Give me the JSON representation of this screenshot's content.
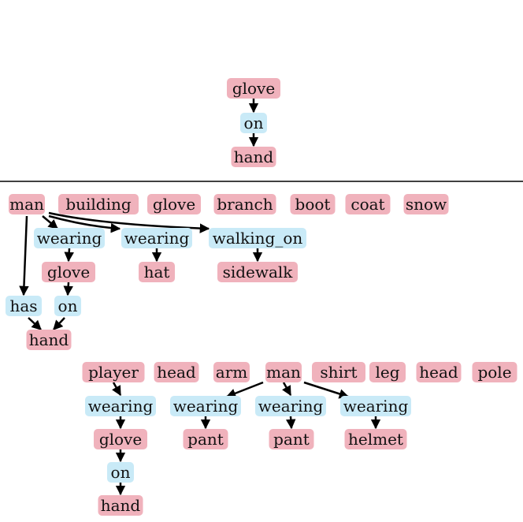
{
  "colors": {
    "object": "#f0b2bc",
    "relation": "#c9eaf7",
    "edge": "#000000",
    "divider": "#000000"
  },
  "query_graph": {
    "nodes": [
      {
        "id": "q_glove",
        "label": "glove",
        "kind": "object"
      },
      {
        "id": "q_on",
        "label": "on",
        "kind": "relation"
      },
      {
        "id": "q_hand",
        "label": "hand",
        "kind": "object"
      }
    ],
    "edges": [
      {
        "from": "q_glove",
        "to": "q_on"
      },
      {
        "from": "q_on",
        "to": "q_hand"
      }
    ]
  },
  "scene_graph_1": {
    "nodes": [
      {
        "id": "a_man",
        "label": "man",
        "kind": "object"
      },
      {
        "id": "a_building",
        "label": "building",
        "kind": "object"
      },
      {
        "id": "a_glove_top",
        "label": "glove",
        "kind": "object"
      },
      {
        "id": "a_branch",
        "label": "branch",
        "kind": "object"
      },
      {
        "id": "a_boot",
        "label": "boot",
        "kind": "object"
      },
      {
        "id": "a_coat",
        "label": "coat",
        "kind": "object"
      },
      {
        "id": "a_snow",
        "label": "snow",
        "kind": "object"
      },
      {
        "id": "a_wearing1",
        "label": "wearing",
        "kind": "relation"
      },
      {
        "id": "a_wearing2",
        "label": "wearing",
        "kind": "relation"
      },
      {
        "id": "a_walking_on",
        "label": "walking_on",
        "kind": "relation"
      },
      {
        "id": "a_glove",
        "label": "glove",
        "kind": "object"
      },
      {
        "id": "a_hat",
        "label": "hat",
        "kind": "object"
      },
      {
        "id": "a_sidewalk",
        "label": "sidewalk",
        "kind": "object"
      },
      {
        "id": "a_has",
        "label": "has",
        "kind": "relation"
      },
      {
        "id": "a_on",
        "label": "on",
        "kind": "relation"
      },
      {
        "id": "a_hand",
        "label": "hand",
        "kind": "object"
      }
    ],
    "edges": [
      {
        "from": "a_man",
        "to": "a_wearing1"
      },
      {
        "from": "a_man",
        "to": "a_wearing2"
      },
      {
        "from": "a_man",
        "to": "a_walking_on"
      },
      {
        "from": "a_man",
        "to": "a_has"
      },
      {
        "from": "a_wearing1",
        "to": "a_glove"
      },
      {
        "from": "a_wearing2",
        "to": "a_hat"
      },
      {
        "from": "a_walking_on",
        "to": "a_sidewalk"
      },
      {
        "from": "a_glove",
        "to": "a_on"
      },
      {
        "from": "a_has",
        "to": "a_hand"
      },
      {
        "from": "a_on",
        "to": "a_hand"
      }
    ]
  },
  "scene_graph_2": {
    "nodes": [
      {
        "id": "b_player",
        "label": "player",
        "kind": "object"
      },
      {
        "id": "b_head1",
        "label": "head",
        "kind": "object"
      },
      {
        "id": "b_arm",
        "label": "arm",
        "kind": "object"
      },
      {
        "id": "b_man",
        "label": "man",
        "kind": "object"
      },
      {
        "id": "b_shirt",
        "label": "shirt",
        "kind": "object"
      },
      {
        "id": "b_leg",
        "label": "leg",
        "kind": "object"
      },
      {
        "id": "b_head2",
        "label": "head",
        "kind": "object"
      },
      {
        "id": "b_pole",
        "label": "pole",
        "kind": "object"
      },
      {
        "id": "b_wearing0",
        "label": "wearing",
        "kind": "relation"
      },
      {
        "id": "b_wearing1",
        "label": "wearing",
        "kind": "relation"
      },
      {
        "id": "b_wearing2",
        "label": "wearing",
        "kind": "relation"
      },
      {
        "id": "b_wearing3",
        "label": "wearing",
        "kind": "relation"
      },
      {
        "id": "b_glove",
        "label": "glove",
        "kind": "object"
      },
      {
        "id": "b_pant1",
        "label": "pant",
        "kind": "object"
      },
      {
        "id": "b_pant2",
        "label": "pant",
        "kind": "object"
      },
      {
        "id": "b_helmet",
        "label": "helmet",
        "kind": "object"
      },
      {
        "id": "b_on",
        "label": "on",
        "kind": "relation"
      },
      {
        "id": "b_hand",
        "label": "hand",
        "kind": "object"
      }
    ],
    "edges": [
      {
        "from": "b_player",
        "to": "b_wearing0"
      },
      {
        "from": "b_wearing0",
        "to": "b_glove"
      },
      {
        "from": "b_glove",
        "to": "b_on"
      },
      {
        "from": "b_on",
        "to": "b_hand"
      },
      {
        "from": "b_man",
        "to": "b_wearing1"
      },
      {
        "from": "b_man",
        "to": "b_wearing2"
      },
      {
        "from": "b_man",
        "to": "b_wearing3"
      },
      {
        "from": "b_wearing1",
        "to": "b_pant1"
      },
      {
        "from": "b_wearing2",
        "to": "b_pant2"
      },
      {
        "from": "b_wearing3",
        "to": "b_helmet"
      }
    ]
  }
}
